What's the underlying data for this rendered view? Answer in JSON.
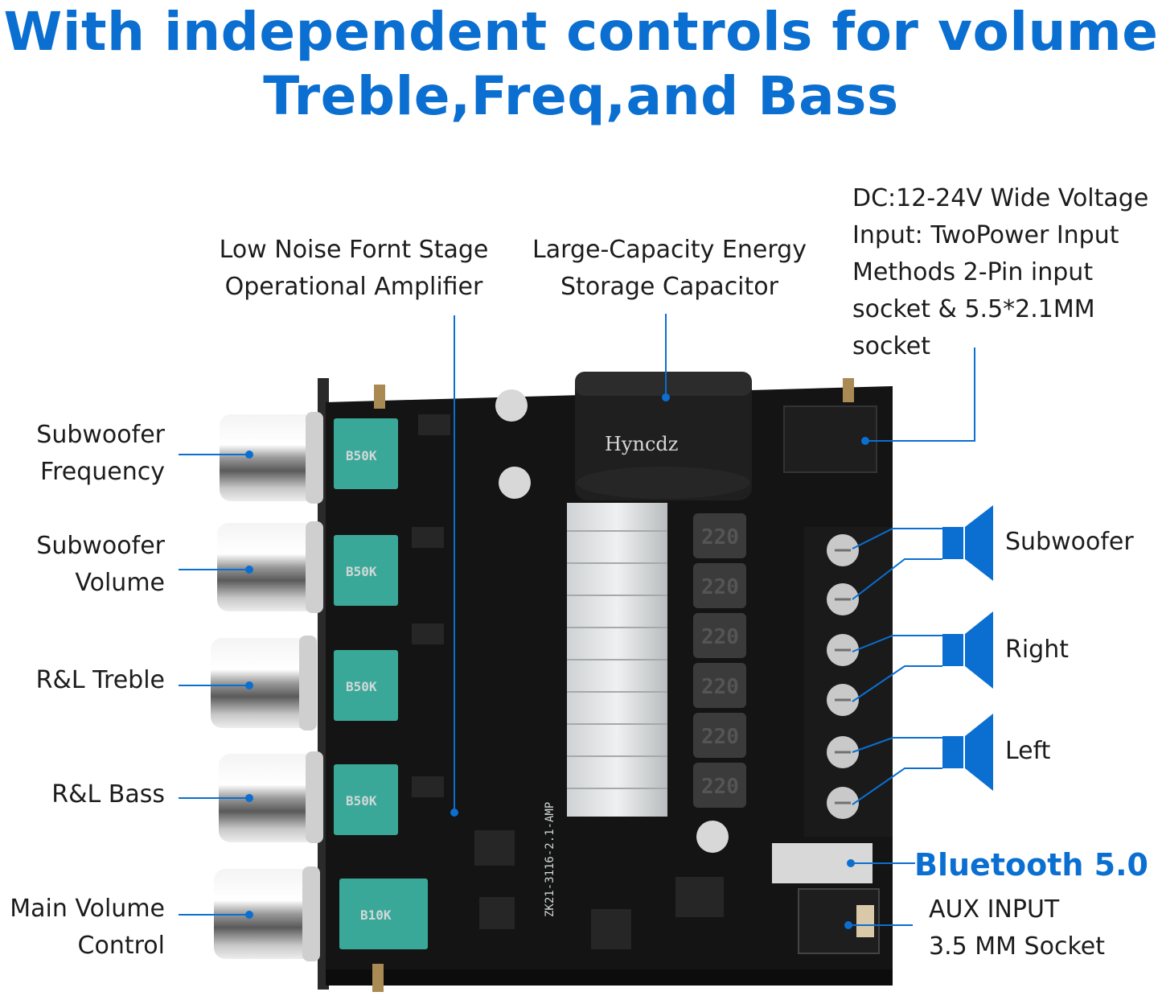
{
  "headline": {
    "line1": "With independent controls for volume",
    "line2": "Treble,Freq,and Bass"
  },
  "callouts": {
    "op_amp": [
      "Low Noise Fornt Stage",
      "Operational Amplifier"
    ],
    "capacitor": [
      "Large-Capacity Energy",
      "Storage Capacitor"
    ],
    "power": [
      "DC:12-24V Wide Voltage",
      "Input: TwoPower Input",
      "Methods 2-Pin input",
      "socket & 5.5*2.1MM",
      "socket"
    ],
    "sub_freq": [
      "Subwoofer",
      "Frequency"
    ],
    "sub_vol": [
      "Subwoofer",
      "Volume"
    ],
    "treble": [
      "R&L Treble"
    ],
    "bass": [
      "R&L Bass"
    ],
    "main_vol": [
      "Main Volume",
      "Control"
    ],
    "out_sub": "Subwoofer",
    "out_right": "Right",
    "out_left": "Left",
    "bluetooth": "Bluetooth 5.0",
    "aux": [
      "AUX INPUT",
      "3.5 MM Socket"
    ]
  },
  "pots": [
    "B50K",
    "B50K",
    "B50K",
    "B50K",
    "B10K"
  ],
  "inductors": [
    "220",
    "220",
    "220",
    "220",
    "220",
    "220"
  ],
  "capacitor_brand": "Hyncdz",
  "board_model": "ZK21-3116-2.1-AMP",
  "colors": {
    "accent": "#0a6fd0",
    "board": "#141414",
    "pot": "#3aa898"
  }
}
